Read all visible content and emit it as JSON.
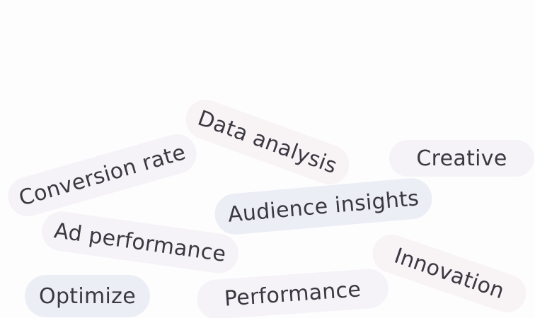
{
  "tags": {
    "data_analysis": "Data analysis",
    "creative": "Creative",
    "conversion_rate": "Conversion rate",
    "audience_insights": "Audience insights",
    "ad_performance": "Ad performance",
    "innovation": "Innovation",
    "optimize": "Optimize",
    "performance": "Performance"
  },
  "colors": {
    "background": "#fefdfe",
    "pill_pink": "#f8f3f5",
    "pill_grey": "#f5f3f7",
    "pill_blue": "#eceef5",
    "text": "#3a3942"
  }
}
